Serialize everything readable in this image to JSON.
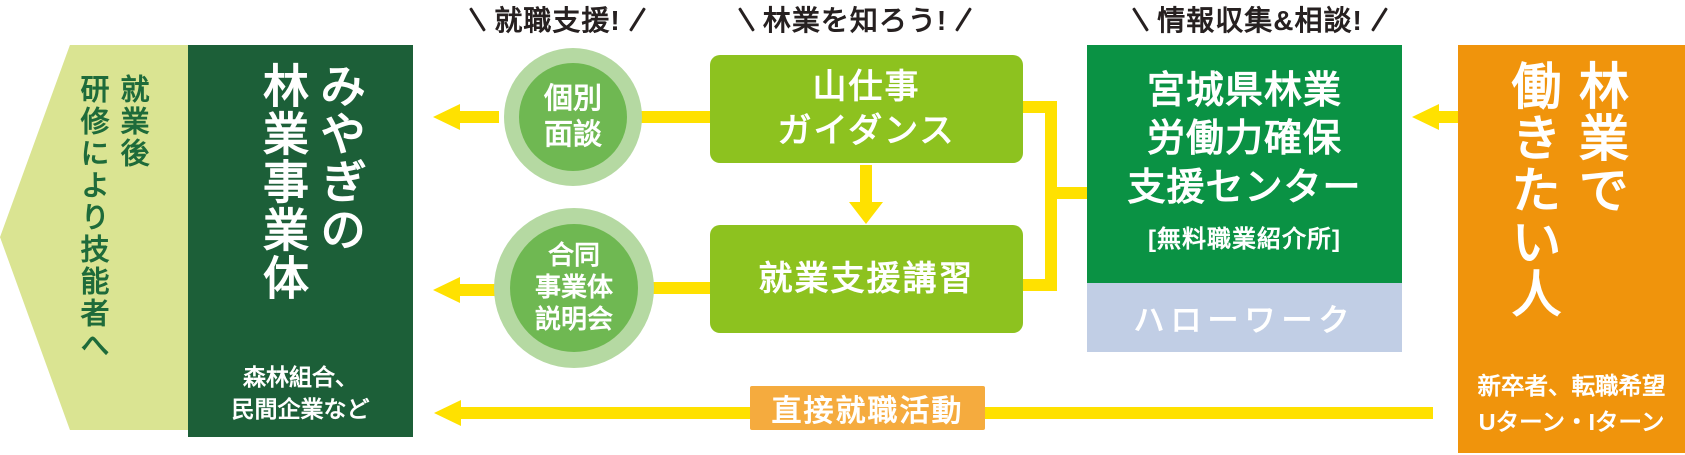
{
  "headers": {
    "support": "就職支援!",
    "know": "林業を知ろう!",
    "info": "情報収集&相談!"
  },
  "chevron": {
    "col1": "就業後",
    "col2": "研修により技能者へ"
  },
  "miyagi": {
    "col1": "みやぎの",
    "col2": "林業事業体",
    "sub_line1": "森林組合、",
    "sub_line2": "民間企業など"
  },
  "circles": {
    "interview": {
      "line1": "個別",
      "line2": "面談"
    },
    "joint": {
      "line1": "合同",
      "line2": "事業体",
      "line3": "説明会"
    }
  },
  "steps": {
    "guidance": {
      "line1": "山仕事",
      "line2": "ガイダンス"
    },
    "training": "就業支援講習"
  },
  "center": {
    "line1": "宮城県林業",
    "line2": "労働力確保",
    "line3": "支援センター",
    "note": "[無料職業紹介所]",
    "hellowork": "ハローワーク"
  },
  "applicant": {
    "col1": "林業で",
    "col2": "働きたい人",
    "sub_line1": "新卒者、転職希望",
    "sub_line2": "Uターン・Iターン"
  },
  "direct": "直接就職活動",
  "colors": {
    "dark_green": "#1c5f38",
    "medium_green": "#0a9244",
    "light_green": "#8dc21f",
    "circle_outer": "#b5d9a2",
    "circle_inner": "#6fb852",
    "chevron_green": "#dae492",
    "chevron_text": "#1e6b3a",
    "yellow": "#ffe100",
    "orange_box": "#f0940c",
    "orange_label": "#f5ab3e",
    "light_blue": "#c1cee5",
    "header_text": "#262020"
  }
}
